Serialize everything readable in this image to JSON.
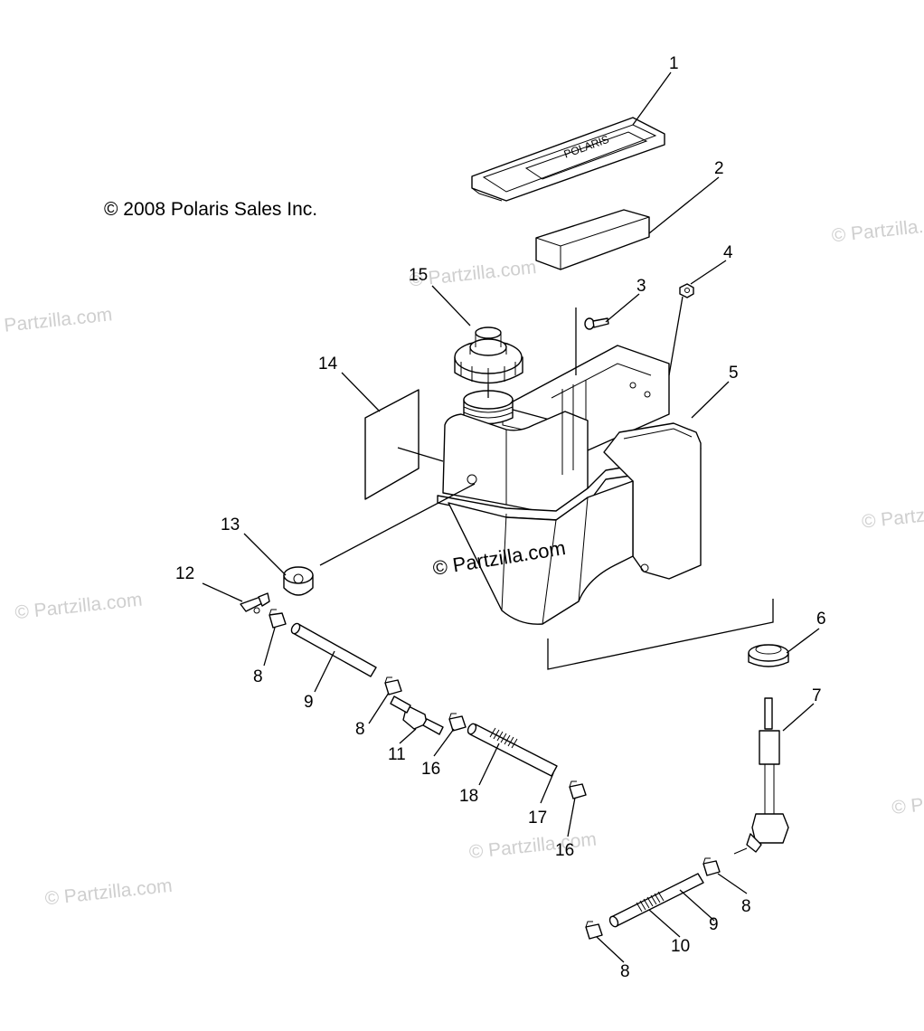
{
  "copyright": "© 2008 Polaris Sales Inc.",
  "inline_watermark": "© Partzilla.com",
  "watermark_text": "© Partzilla.com",
  "lid_brand": "POLARIS",
  "callouts": [
    "1",
    "2",
    "3",
    "4",
    "5",
    "6",
    "7",
    "8",
    "9",
    "10",
    "11",
    "12",
    "13",
    "14",
    "15",
    "16",
    "17",
    "18"
  ],
  "callout_8_repeat": [
    "8",
    "8",
    "8",
    "8"
  ],
  "callout_9_repeat": [
    "9",
    "9"
  ],
  "callout_16_repeat": [
    "16",
    "16"
  ]
}
